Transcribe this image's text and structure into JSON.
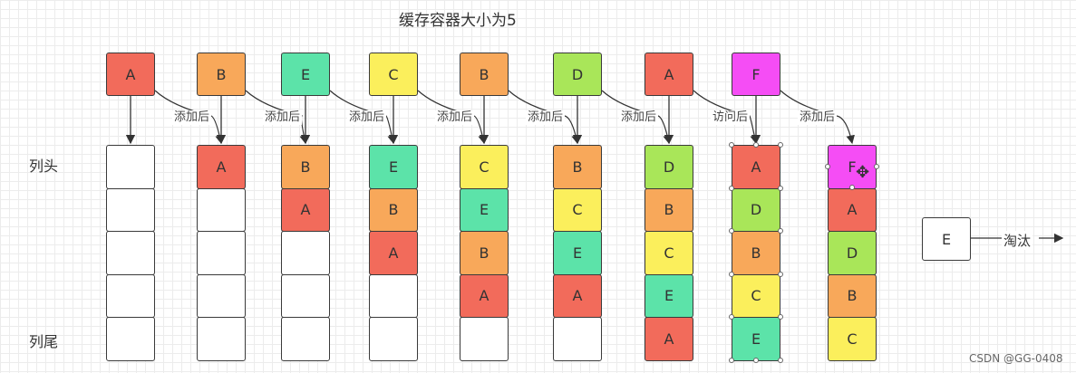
{
  "title": "缓存容器大小为5",
  "head_label": "列头",
  "tail_label": "列尾",
  "colors": {
    "A": "#f26b5b",
    "B": "#f8a85a",
    "C": "#fbef5c",
    "D": "#a9e659",
    "E": "#5ce3a9",
    "F": "#f54df5"
  },
  "steps": [
    {
      "item": "A",
      "label": "",
      "queue": []
    },
    {
      "item": "B",
      "label": "添加后",
      "queue": [
        "A"
      ]
    },
    {
      "item": "E",
      "label": "添加后",
      "queue": [
        "B",
        "A"
      ]
    },
    {
      "item": "C",
      "label": "添加后",
      "queue": [
        "E",
        "B",
        "A"
      ]
    },
    {
      "item": "B",
      "label": "添加后",
      "queue": [
        "C",
        "E",
        "B",
        "A"
      ]
    },
    {
      "item": "D",
      "label": "添加后",
      "queue": [
        "B",
        "C",
        "E",
        "A"
      ]
    },
    {
      "item": "A",
      "label": "添加后",
      "queue": [
        "D",
        "B",
        "C",
        "E",
        "A"
      ]
    },
    {
      "item": "F",
      "label": "访问后",
      "queue": [
        "A",
        "D",
        "B",
        "C",
        "E"
      ]
    },
    {
      "item": "",
      "label": "添加后",
      "queue": [
        "F",
        "A",
        "D",
        "B",
        "C"
      ]
    }
  ],
  "evicted": {
    "item": "E",
    "label": "淘汰"
  },
  "watermark": "CSDN @GG-0408"
}
